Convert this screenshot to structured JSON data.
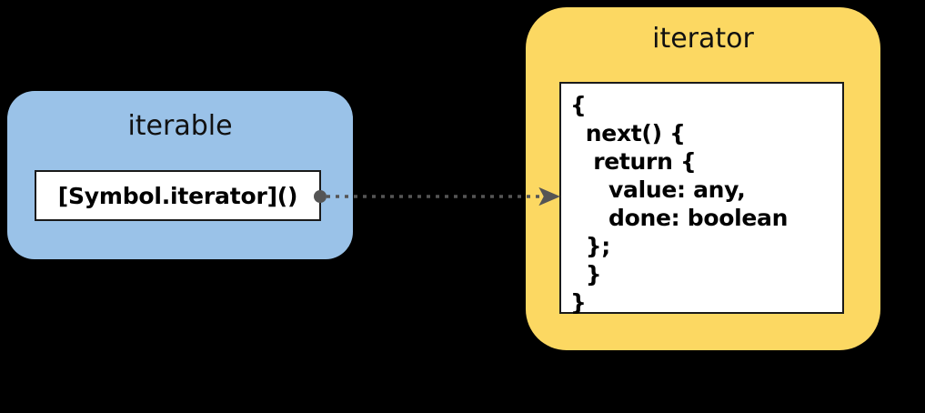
{
  "diagram": {
    "title_text_color": "#111111",
    "background_color": "#000000",
    "panels": [
      {
        "id": "iterable",
        "title": "iterable",
        "fill_color": "#9AC2E8",
        "members": [
          {
            "label": "[Symbol.iterator]()"
          }
        ]
      },
      {
        "id": "iterator",
        "title": "iterator",
        "fill_color": "#FCD862",
        "code_lines": [
          "{",
          "  next() {",
          "   return {",
          "     value: any,",
          "     done: boolean",
          "  };",
          "  }",
          "}"
        ]
      }
    ],
    "connector": {
      "style": "dotted",
      "color": "#555555",
      "source_marker": "filled-circle",
      "target_marker": "arrowhead",
      "from": "iterable.[Symbol.iterator]()",
      "to": "iterator"
    }
  }
}
